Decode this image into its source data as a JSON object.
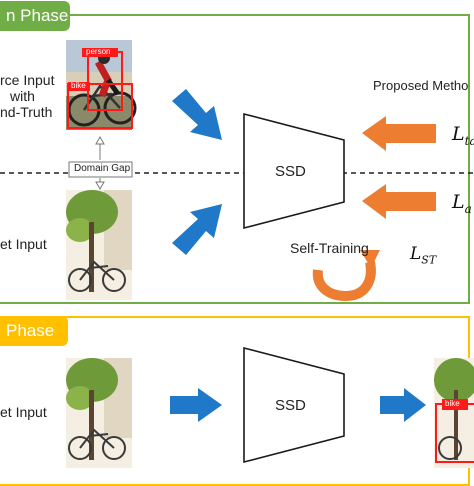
{
  "training": {
    "phase_label": "n Phase",
    "source_label_lines": [
      "rce Input",
      "with",
      "nd-Truth"
    ],
    "target_label": "et Input",
    "domain_gap": "Domain Gap",
    "proposed_label": "Proposed Metho",
    "detector": "SSD",
    "self_training": "Self-Training",
    "loss_1": "L",
    "loss_1_sub": "ta",
    "loss_2": "L",
    "loss_2_sub": "a",
    "loss_st": "L",
    "loss_st_sub": "ST",
    "source_boxes": [
      "person",
      "bike"
    ]
  },
  "testing": {
    "phase_label": "Phase",
    "target_label": "et Input",
    "detector": "SSD",
    "output_boxes": [
      "bike"
    ]
  },
  "colors": {
    "green_tab": "#70ad47",
    "yellow_tab": "#ffc000",
    "arrow_blue": "#1f78c8",
    "arrow_orange": "#ed7d31",
    "box_red": "#ff1a1a"
  }
}
